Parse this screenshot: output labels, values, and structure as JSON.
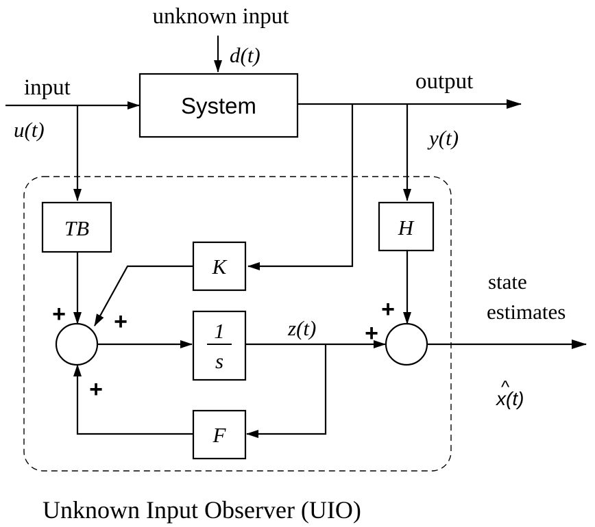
{
  "labels": {
    "unknown_input": "unknown input",
    "disturbance": "d(t)",
    "input": "input",
    "input_signal": "u(t)",
    "output": "output",
    "output_signal": "y(t)",
    "state_estimates_line1": "state",
    "state_estimates_line2": "estimates",
    "estimate_hat": "^",
    "estimate_signal": "x(t)",
    "internal_state": "z(t)",
    "caption": "Unknown Input Observer (UIO)"
  },
  "blocks": {
    "system": "System",
    "tb": "TB",
    "k": "K",
    "h": "H",
    "f": "F",
    "integrator_num": "1",
    "integrator_den": "s"
  },
  "signs": {
    "sum1_top": "+",
    "sum1_upper_right": "+",
    "sum1_bottom": "+",
    "sum2_top": "+",
    "sum2_left": "+"
  }
}
